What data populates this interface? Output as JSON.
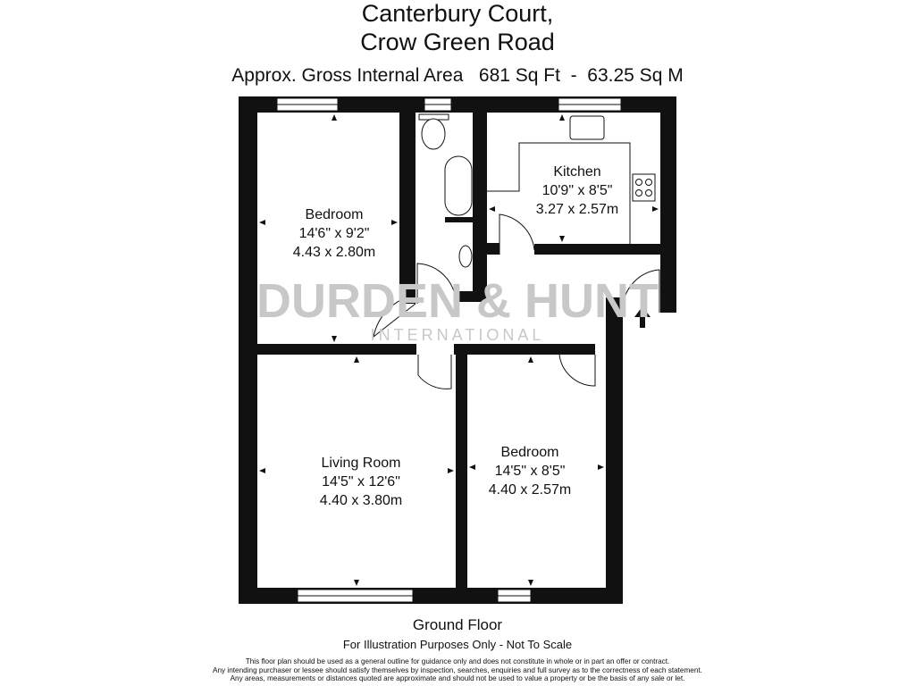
{
  "header": {
    "title_line1": "Canterbury Court,",
    "title_line2": "Crow Green Road",
    "area": "Approx. Gross Internal Area   681 Sq Ft  -  63.25 Sq M"
  },
  "rooms": [
    {
      "name": "Bedroom",
      "imperial": "14'6\" x 9'2\"",
      "metric": "4.43 x 2.80m"
    },
    {
      "name": "Kitchen",
      "imperial": "10'9\" x 8'5\"",
      "metric": "3.27 x 2.57m"
    },
    {
      "name": "Living Room",
      "imperial": "14'5\" x 12'6\"",
      "metric": "4.40 x 3.80m"
    },
    {
      "name": "Bedroom",
      "imperial": "14'5\" x 8'5\"",
      "metric": "4.40 x 2.57m"
    }
  ],
  "watermark": {
    "brand": "DURDEN & HUNT",
    "sub": "INTERNATIONAL"
  },
  "footer": {
    "floor": "Ground Floor",
    "note": "For Illustration Purposes Only - Not To Scale",
    "disclaimer": [
      "This floor plan should be used as a general outline for guidance only and does not constitute in whole or in part an offer or contract.",
      "Any intending purchaser or lessee should satisfy themselves by inspection, searches, enquiries and full survey as to the correctness of each statement.",
      "Any areas, measurements or distances quoted are approximate and should not be used to value a property or be the basis of any sale or let."
    ]
  },
  "colors": {
    "wall": "#111111",
    "watermark": "#c8c8c8"
  }
}
